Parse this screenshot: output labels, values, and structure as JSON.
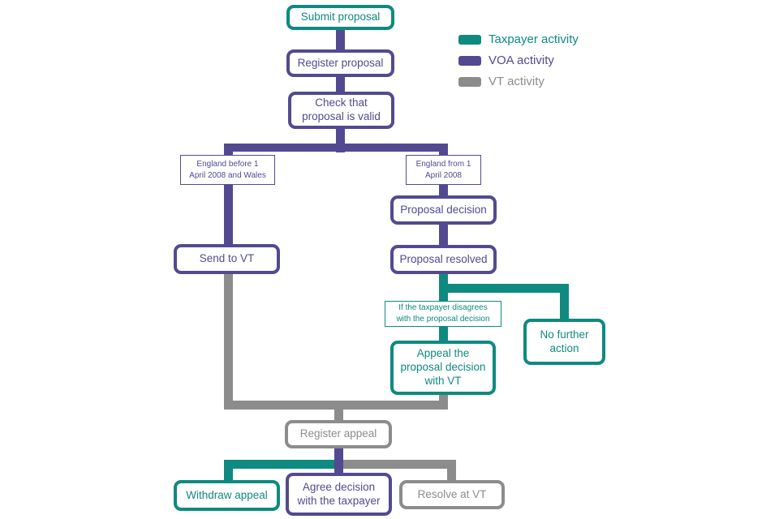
{
  "colors": {
    "taxpayer_activity": "#0E8A80",
    "voa_activity": "#524A91",
    "vt_activity": "#8C8C8C",
    "background": "#FFFFFF"
  },
  "legend": {
    "items": [
      {
        "label": "Taxpayer activity",
        "actor": "taxpayer"
      },
      {
        "label": "VOA activity",
        "actor": "voa"
      },
      {
        "label": "VT activity",
        "actor": "vt"
      }
    ]
  },
  "nodes": {
    "submit_proposal": {
      "label": "Submit proposal",
      "actor": "taxpayer"
    },
    "register_proposal": {
      "label": "Register proposal",
      "actor": "voa"
    },
    "check_proposal_valid": {
      "label": "Check that\nproposal is valid",
      "actor": "voa"
    },
    "send_to_vt": {
      "label": "Send to VT",
      "actor": "voa"
    },
    "proposal_decision": {
      "label": "Proposal decision",
      "actor": "voa"
    },
    "proposal_resolved": {
      "label": "Proposal resolved",
      "actor": "voa"
    },
    "no_further_action": {
      "label": "No further\naction",
      "actor": "taxpayer"
    },
    "appeal_proposal_decision": {
      "label": "Appeal the\nproposal decision\nwith VT",
      "actor": "taxpayer"
    },
    "register_appeal": {
      "label": "Register appeal",
      "actor": "vt"
    },
    "withdraw_appeal": {
      "label": "Withdraw appeal",
      "actor": "taxpayer"
    },
    "agree_decision": {
      "label": "Agree decision\nwith the taxpayer",
      "actor": "voa"
    },
    "resolve_at_vt": {
      "label": "Resolve at VT",
      "actor": "vt"
    }
  },
  "condition_labels": {
    "england_before": {
      "label": "England before 1\nApril 2008 and Wales",
      "actor": "voa"
    },
    "england_from": {
      "label": "England from 1\nApril 2008",
      "actor": "voa"
    },
    "if_taxpayer_disagrees": {
      "label": "If the taxpayer disagrees\nwith the proposal decision",
      "actor": "taxpayer"
    }
  }
}
